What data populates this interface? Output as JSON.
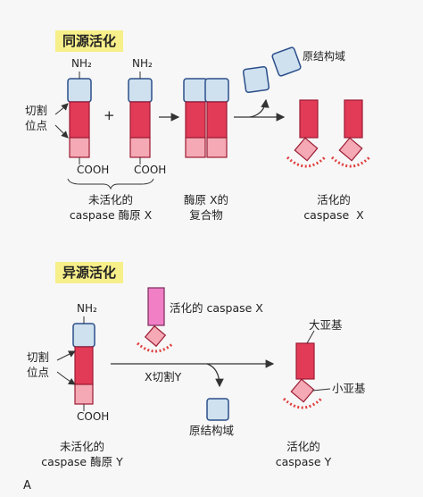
{
  "homo": {
    "title": "同源活化",
    "nh2_a": "NH₂",
    "nh2_b": "NH₂",
    "plus": "+",
    "cleave_1": "切割",
    "cleave_2": "位点",
    "cooh_a": "COOH",
    "cooh_b": "COOH",
    "prodomain": "原结构域",
    "inactive_1": "未活化的",
    "inactive_2": "caspase 酶原 X",
    "complex_1": "酶原 X的",
    "complex_2": "复合物",
    "active_1": "活化的",
    "active_2": "caspase  X"
  },
  "hetero": {
    "title": "异源活化",
    "nh2": "NH₂",
    "active_x": "活化的 caspase X",
    "cleave_1": "切割",
    "cleave_2": "位点",
    "cooh": "COOH",
    "cut_label": "X切割Y",
    "prodomain": "原结构域",
    "large_sub": "大亚基",
    "small_sub": "小亚基",
    "inactive_1": "未活化的",
    "inactive_2": "caspase 酶原 Y",
    "active_1": "活化的",
    "active_2": "caspase Y"
  },
  "panel": "A",
  "colors": {
    "pro_fill": "#cfe0ef",
    "pro_stroke": "#2b4f8a",
    "large": "#e23b57",
    "small": "#f4a9b4",
    "sub_stroke": "#9b1a33",
    "arc": "#e04040"
  }
}
